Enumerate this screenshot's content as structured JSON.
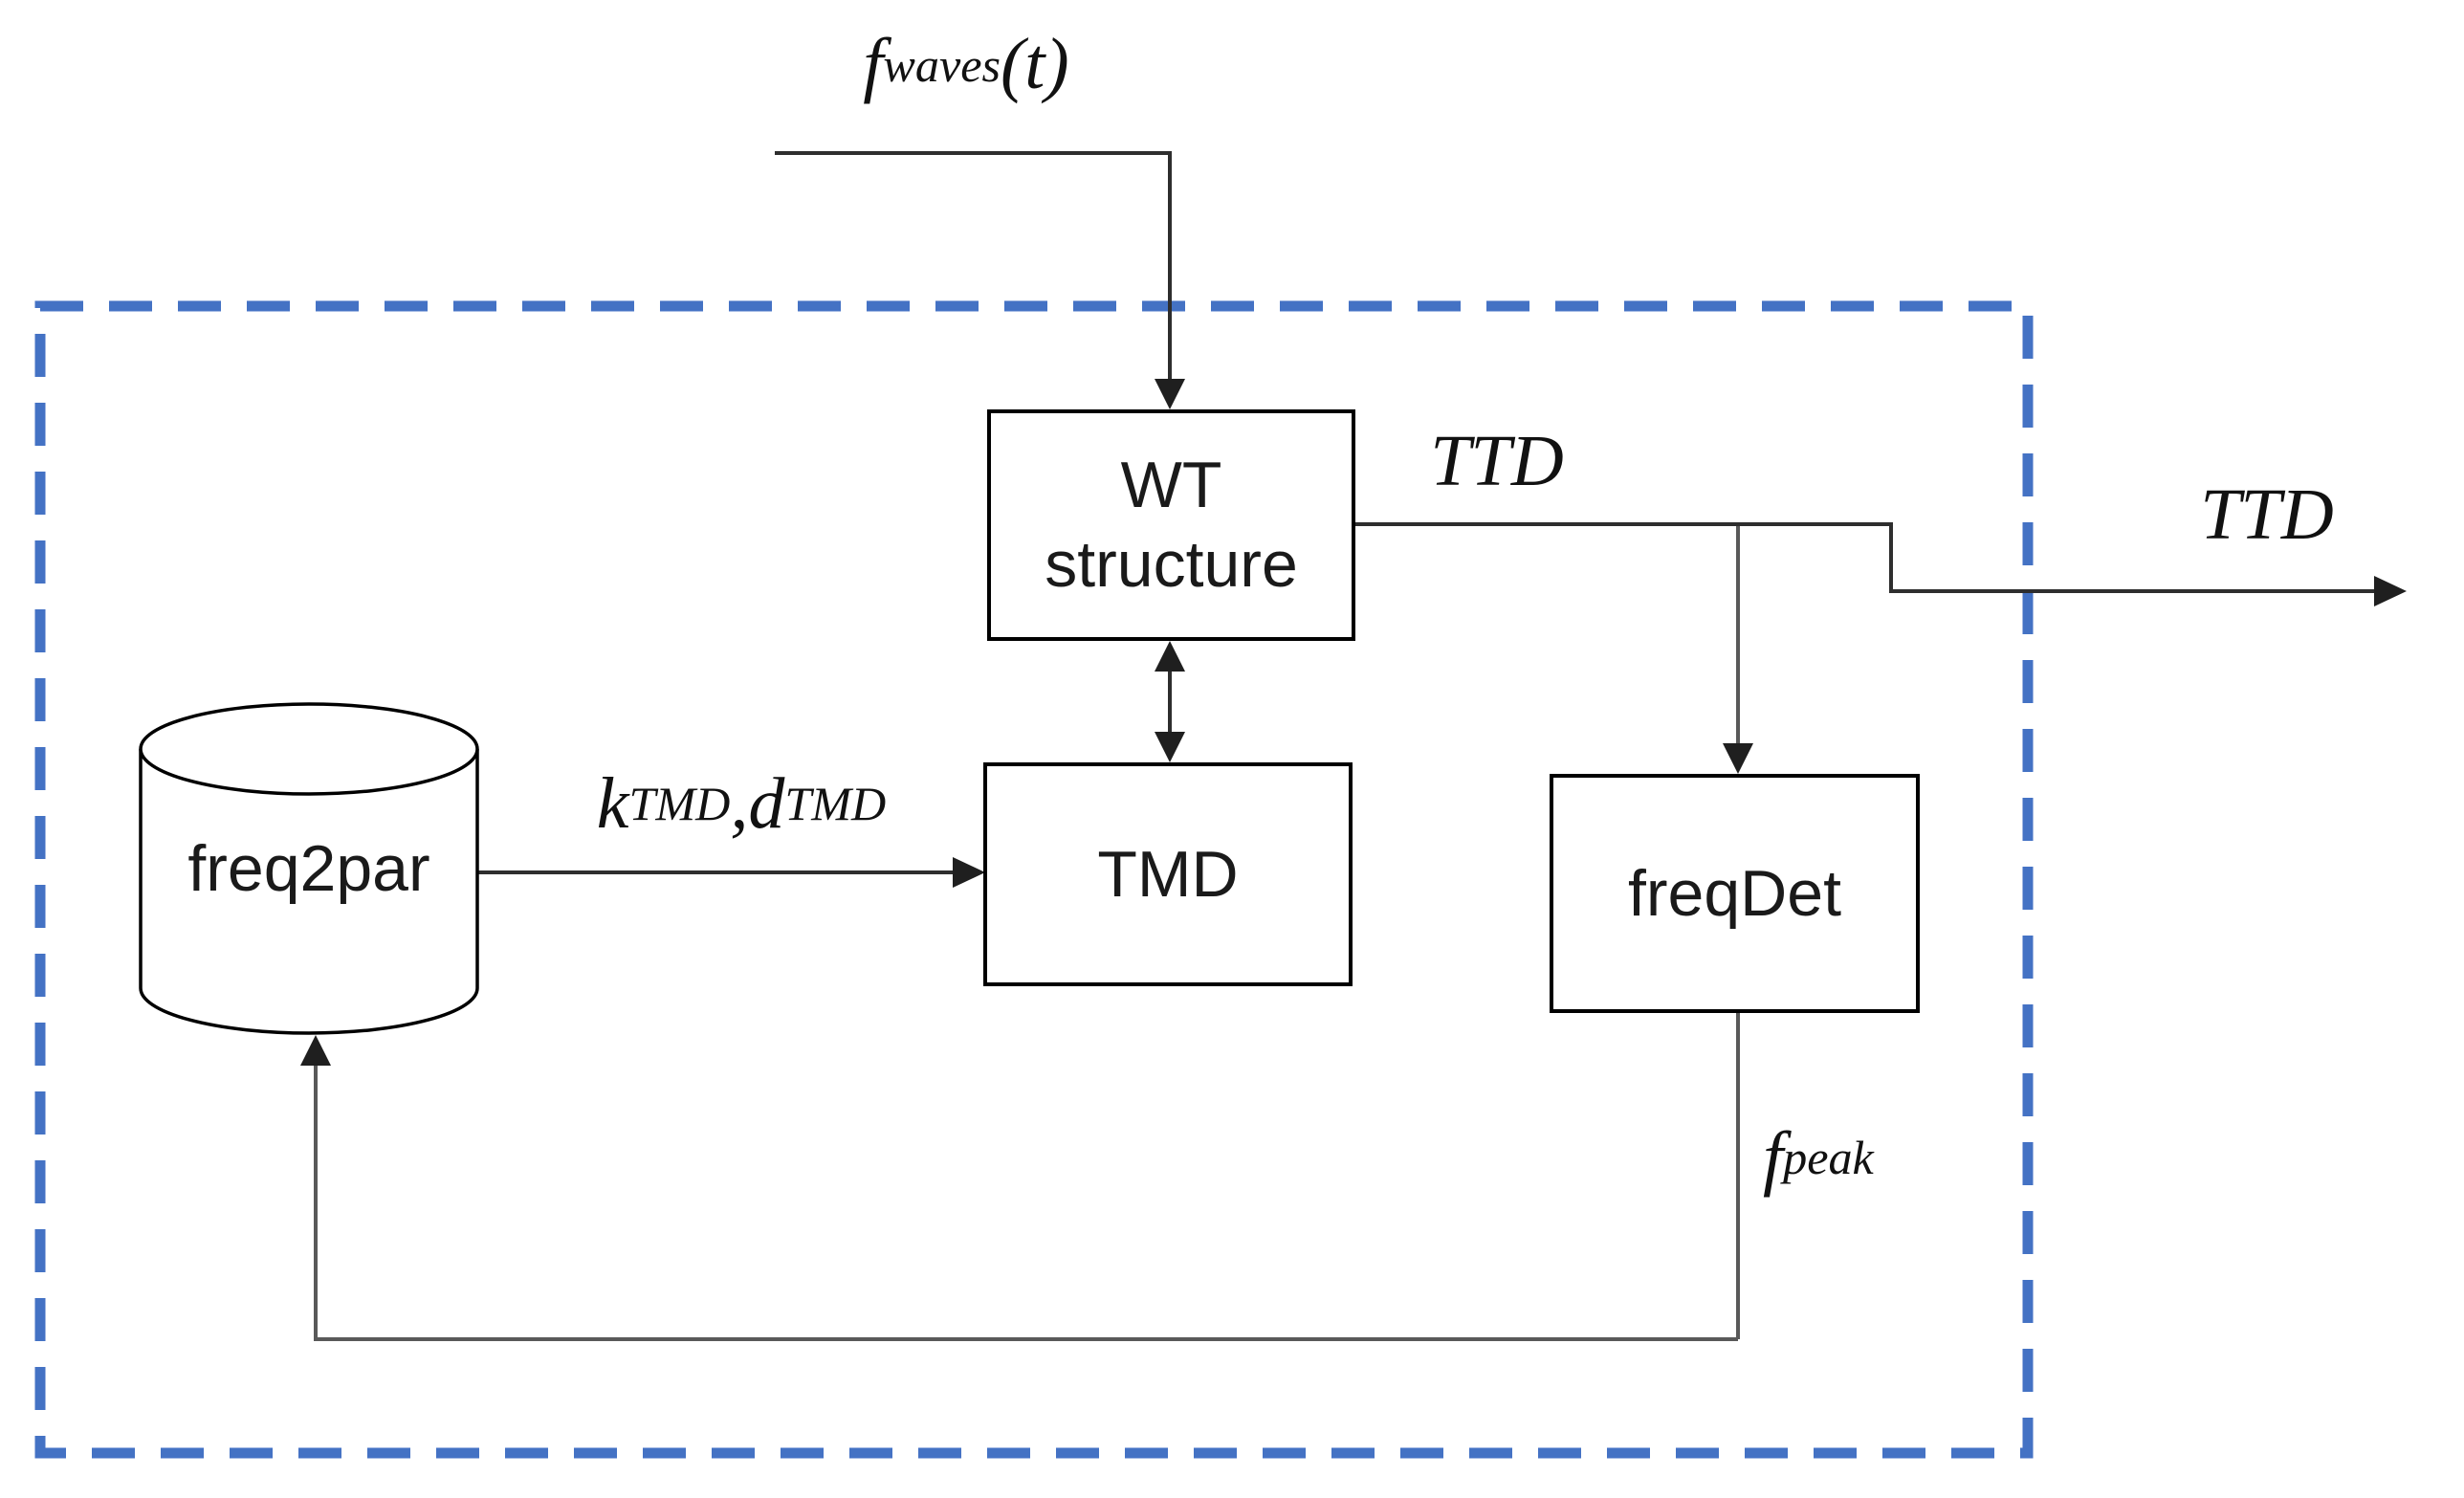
{
  "diagram": {
    "boundary": {
      "color": "#4472C4"
    },
    "colors": {
      "box_border": "#000000",
      "connector_dark": "#2e2e2e",
      "connector_gray": "#595959",
      "arrowhead": "#1f1f1f"
    },
    "nodes": {
      "wt_structure": {
        "line1": "WT",
        "line2": "structure"
      },
      "tmd": {
        "label": "TMD"
      },
      "freq_det": {
        "label": "freqDet"
      },
      "freq2par": {
        "label": "freq2par"
      }
    },
    "labels": {
      "input": {
        "base": "f",
        "sub": "waves",
        "args": "(t)"
      },
      "ttd_inner": "TTD",
      "ttd_outer": "TTD",
      "tmd_params": {
        "k": "k",
        "k_sub": "TMD",
        "comma": ", ",
        "d": "d",
        "d_sub": "TMD"
      },
      "f_peak": {
        "base": "f",
        "sub": "peak"
      }
    }
  }
}
